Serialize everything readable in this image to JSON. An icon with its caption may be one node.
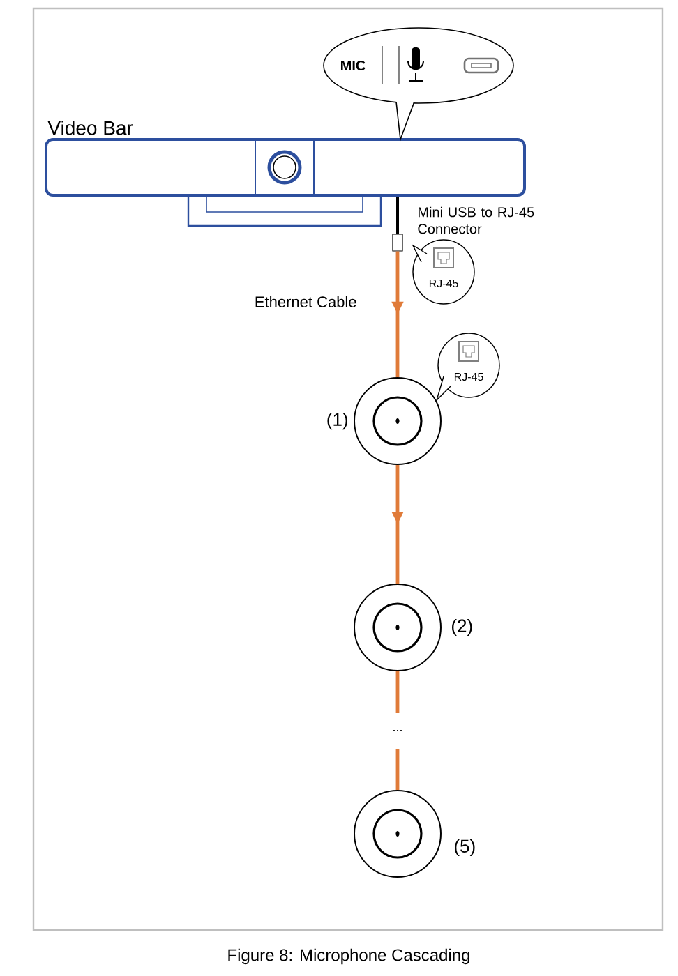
{
  "diagram": {
    "caption": "Figure 8: Microphone Cascading",
    "nodes": [
      {
        "text": [
          "Video Bar"
        ]
      },
      {
        "text": [
          "MIC"
        ]
      },
      {
        "text": [],
        "shape": "box"
      },
      {
        "text": [],
        "shape": "circle",
        "beside": [
          "(1)"
        ]
      },
      {
        "text": [],
        "shape": "circle",
        "beside": [
          "(2)"
        ]
      },
      {
        "text": [],
        "shape": "circle",
        "beside": [
          "(5)"
        ]
      },
      {
        "text": [
          "RJ-45"
        ]
      },
      {
        "text": [
          "RJ-45"
        ]
      }
    ],
    "edges": [
      {
        "from": 0,
        "to": 2,
        "arrow": "none",
        "color": "#000000"
      },
      {
        "from": 2,
        "to": 3,
        "arrow": "to",
        "label": "Ethernet Cable"
      },
      {
        "from": 3,
        "to": 4,
        "arrow": "to"
      },
      {
        "from": 4,
        "to": 5,
        "arrow": "none",
        "style": "dashed",
        "label": "..."
      }
    ],
    "labels": [
      "Mini USB to RJ-45 Connector"
    ]
  }
}
